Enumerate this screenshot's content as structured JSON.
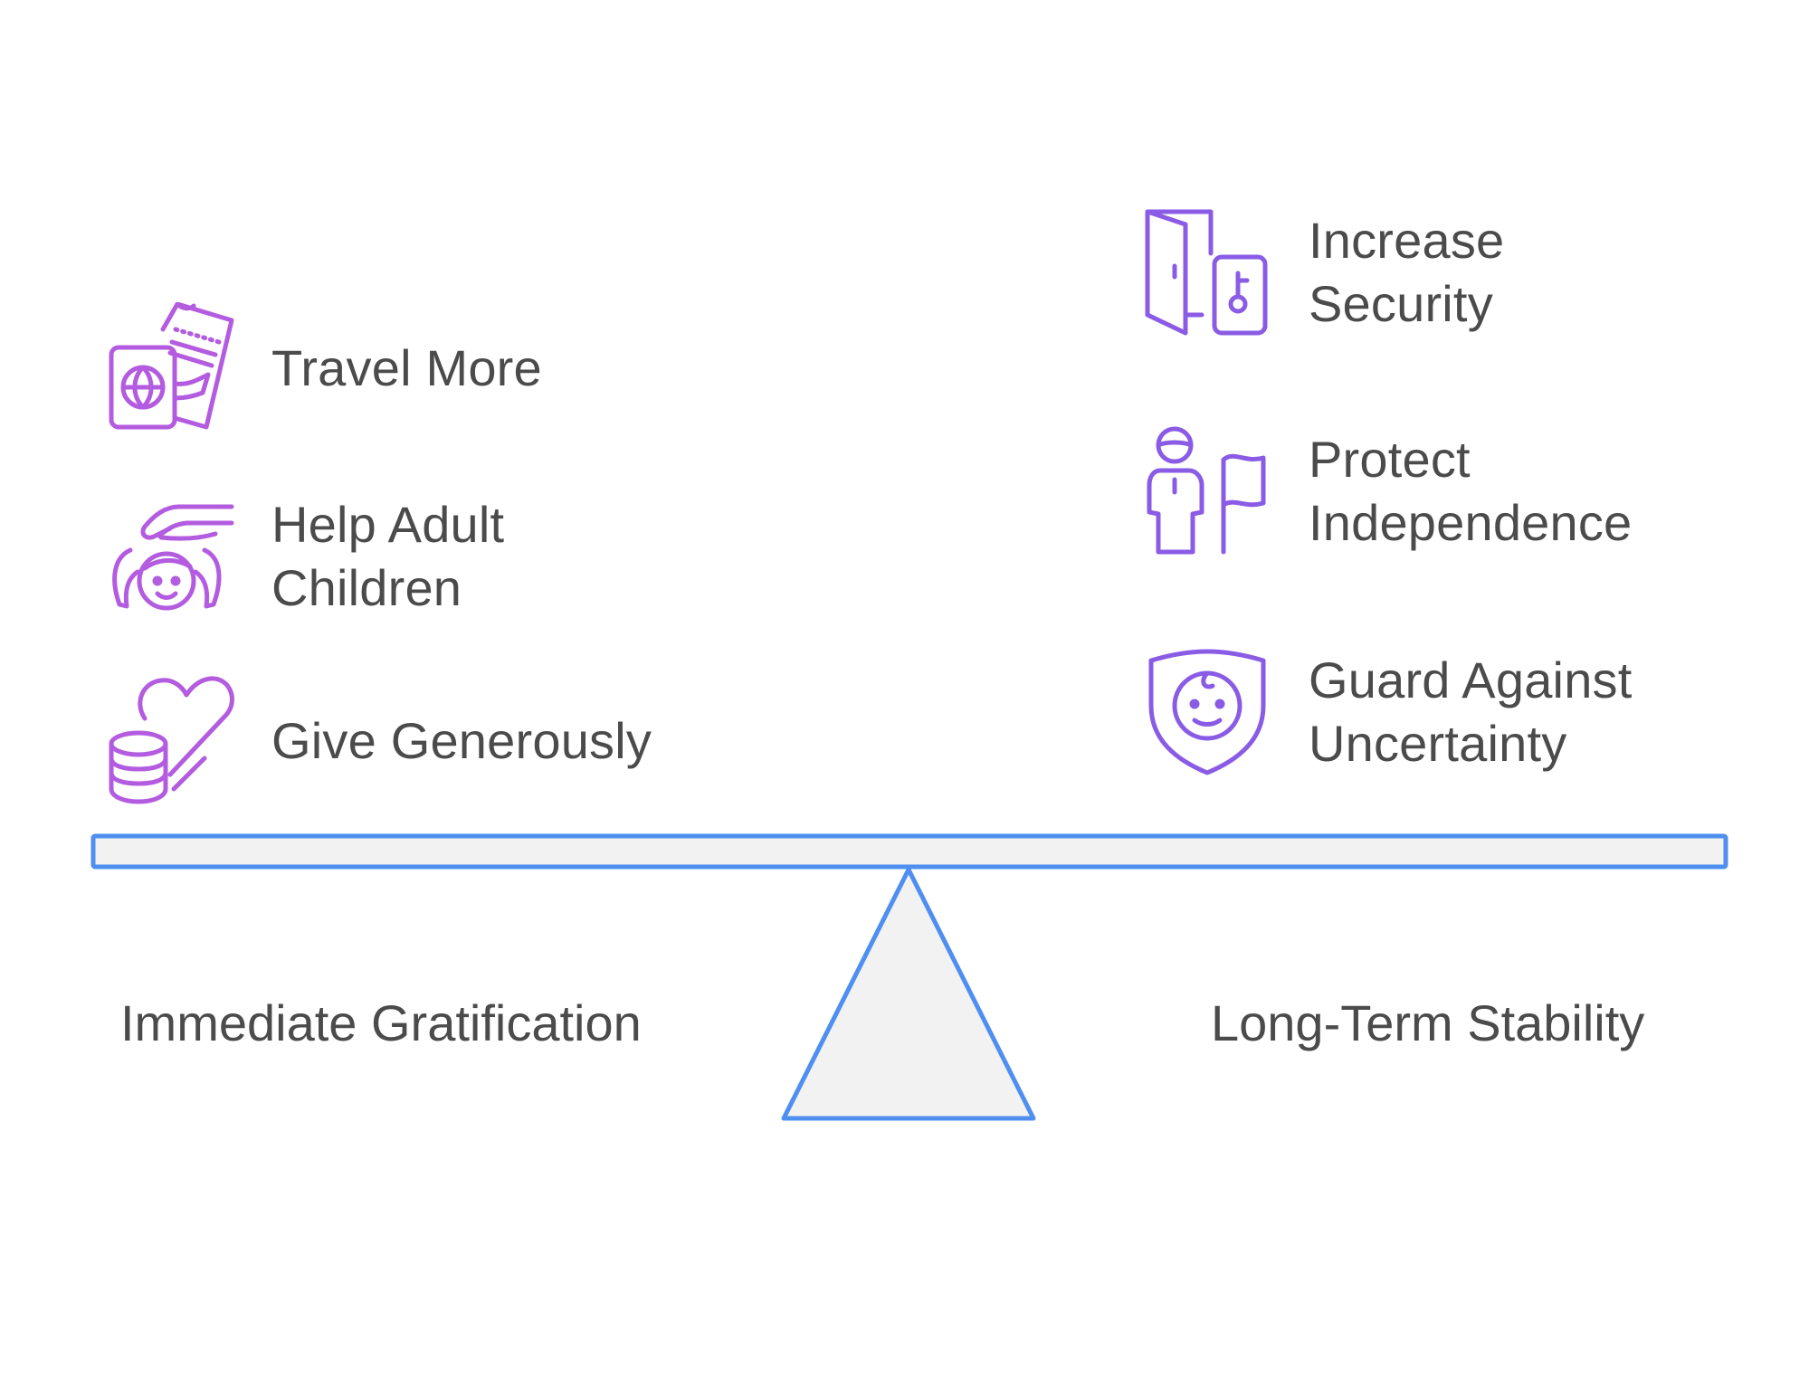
{
  "left": {
    "label": "Immediate Gratification",
    "items": [
      {
        "label": "Travel More",
        "icon": "passport-ticket-icon"
      },
      {
        "label": "Help Adult\nChildren",
        "icon": "hand-over-child-icon"
      },
      {
        "label": "Give Generously",
        "icon": "coins-heart-icon"
      }
    ]
  },
  "right": {
    "label": "Long-Term Stability",
    "items": [
      {
        "label": "Increase\nSecurity",
        "icon": "door-lock-icon"
      },
      {
        "label": "Protect\nIndependence",
        "icon": "person-flag-icon"
      },
      {
        "label": "Guard Against\nUncertainty",
        "icon": "shield-face-icon"
      }
    ]
  },
  "colors": {
    "left_icon": "#b35ce0",
    "right_icon": "#8a5ce6",
    "beam_stroke": "#4f8ff0",
    "beam_fill": "#f2f2f2",
    "text": "#4b4b4b"
  }
}
